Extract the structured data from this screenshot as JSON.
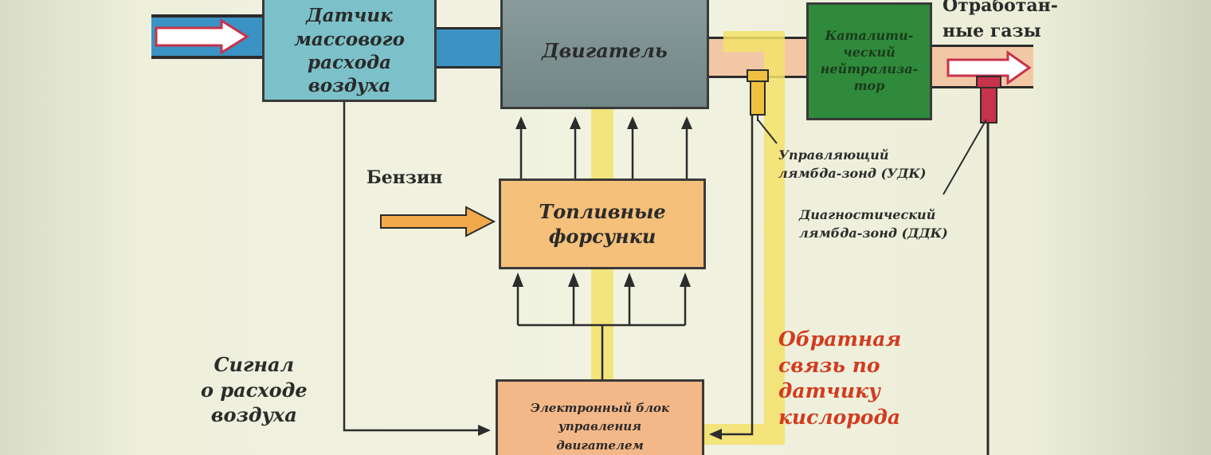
{
  "blocks": {
    "mass_air_sensor": [
      "Датчик",
      "массового",
      "расхода",
      "воздуха"
    ],
    "engine": "Двигатель",
    "catalyst": [
      "Каталити-",
      "ческий",
      "нейтрализа-",
      "тор"
    ],
    "fuel_injectors": [
      "Топливные",
      "форсунки"
    ],
    "ecu": [
      "Электронный блок",
      "управления",
      "двигателем"
    ]
  },
  "labels": {
    "exhaust": [
      "Отработан-",
      "ные газы"
    ],
    "gasoline": "Бензин",
    "control_lambda": [
      "Управляющий",
      "лямбда-зонд (УДК)"
    ],
    "diag_lambda": [
      "Диагностический",
      "лямбда-зонд (ДДК)"
    ],
    "air_signal": [
      "Сигнал",
      "о расходе",
      "воздуха"
    ],
    "feedback": [
      "Обратная",
      "связь по",
      "датчику",
      "кислорода"
    ]
  },
  "colors": {
    "intake_pipe": "#3a93c4",
    "exhaust_pipe": "#f2c7a6",
    "feedback_path": "#f3e26a",
    "feedback_text": "#d23b1f",
    "arrow_red": "#c8324a"
  }
}
